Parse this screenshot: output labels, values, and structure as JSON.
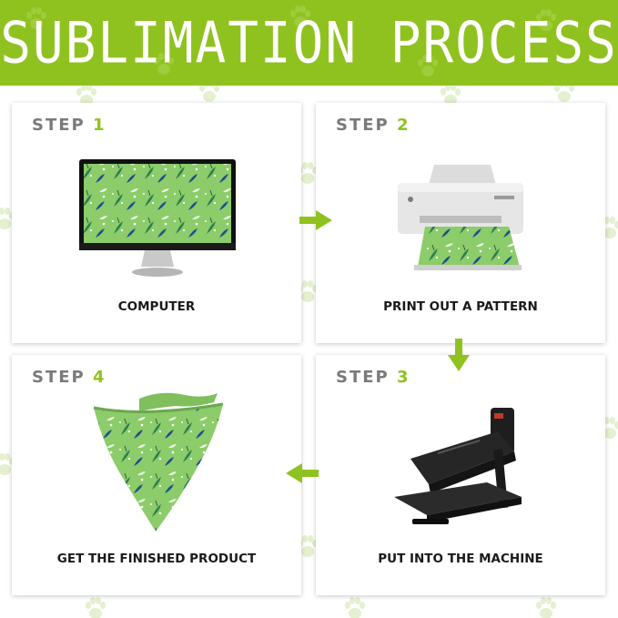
{
  "header": {
    "title": "SUBLIMATION PROCESS"
  },
  "steps": [
    {
      "word": "STEP",
      "number": "1",
      "caption": "COMPUTER"
    },
    {
      "word": "STEP",
      "number": "2",
      "caption": "PRINT OUT A PATTERN"
    },
    {
      "word": "STEP",
      "number": "3",
      "caption": "PUT INTO THE MACHINE"
    },
    {
      "word": "STEP",
      "number": "4",
      "caption": "GET THE FINISHED PRODUCT"
    }
  ],
  "colors": {
    "brand_green": "#8fc21f",
    "pattern_green": "#8ccc6a",
    "step_gray": "#7a7a7a",
    "paw_tint": "#e4f0cf"
  },
  "icons": [
    "paw-print-icon",
    "arrow-right-icon",
    "arrow-down-icon",
    "arrow-left-icon",
    "monitor-icon",
    "printer-icon",
    "heat-press-icon",
    "bandana-icon"
  ]
}
